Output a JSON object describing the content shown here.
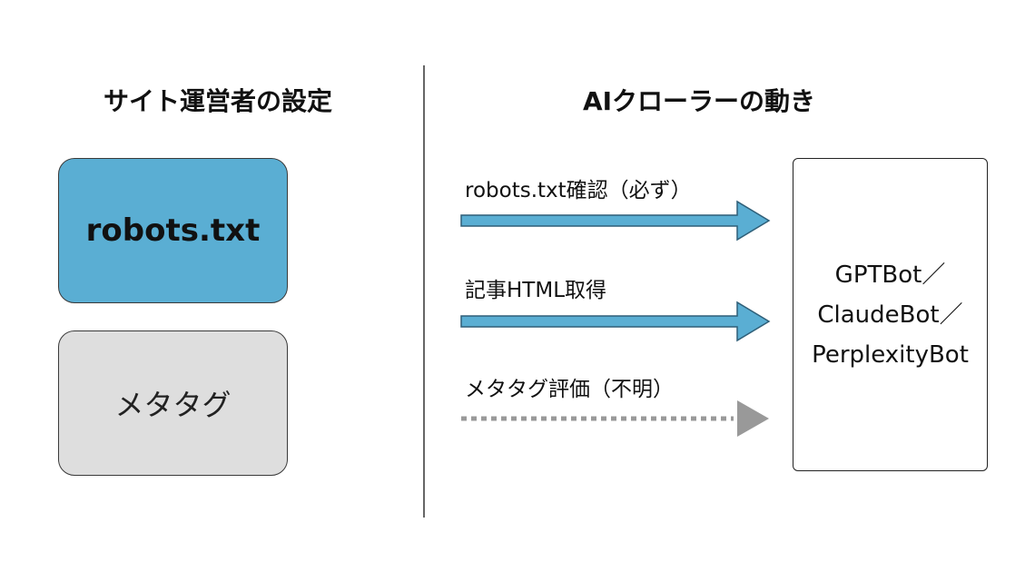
{
  "left_section": {
    "title": "サイト運営者の設定",
    "boxes": [
      {
        "label": "robots.txt",
        "color": "#5aaed3"
      },
      {
        "label": "メタタグ",
        "color": "#dedede"
      }
    ]
  },
  "right_section": {
    "title": "AIクローラーの動き",
    "arrows": [
      {
        "label": "robots.txt確認（必ず）",
        "style": "solid",
        "color": "#5aaed3"
      },
      {
        "label": "記事HTML取得",
        "style": "solid",
        "color": "#5aaed3"
      },
      {
        "label": "メタタグ評価（不明）",
        "style": "dotted",
        "color": "#999999"
      }
    ],
    "bots": [
      "GPTBot／",
      "ClaudeBot／",
      "PerplexityBot"
    ]
  }
}
